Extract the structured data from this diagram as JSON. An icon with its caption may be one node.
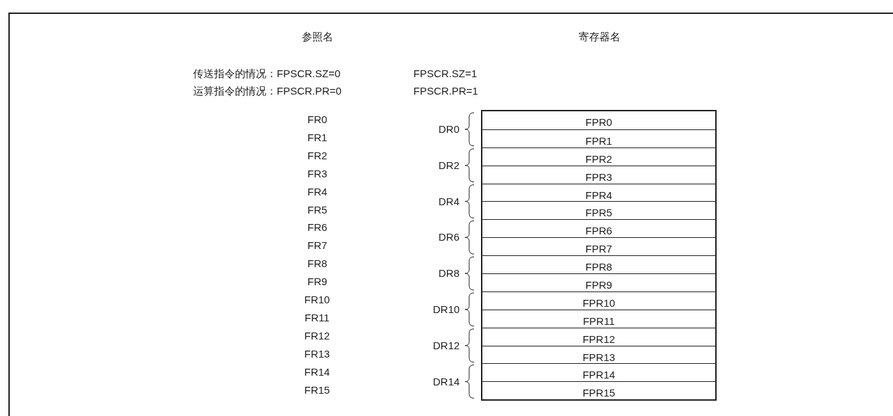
{
  "diagram": {
    "nodes": [
      {
        "text": [
          "FPR0"
        ]
      },
      {
        "text": [
          "FPR1"
        ]
      },
      {
        "text": [
          "FPR2"
        ]
      },
      {
        "text": [
          "FPR3"
        ]
      },
      {
        "text": [
          "FPR4"
        ]
      },
      {
        "text": [
          "FPR5"
        ]
      },
      {
        "text": [
          "FPR6"
        ]
      },
      {
        "text": [
          "FPR7"
        ]
      },
      {
        "text": [
          "FPR8"
        ]
      },
      {
        "text": [
          "FPR9"
        ]
      },
      {
        "text": [
          "FPR10"
        ]
      },
      {
        "text": [
          "FPR11"
        ]
      },
      {
        "text": [
          "FPR12"
        ]
      },
      {
        "text": [
          "FPR13"
        ]
      },
      {
        "text": [
          "FPR14"
        ]
      },
      {
        "text": [
          "FPR15"
        ]
      }
    ],
    "labels": [
      "参照名",
      "寄存器名",
      "传送指令的情况：FPSCR.SZ=0",
      "FPSCR.SZ=1",
      "运算指令的情况：FPSCR.PR=0",
      "FPSCR.PR=1",
      "FR0",
      "DR0",
      "FR1",
      "FR2",
      "DR2",
      "FR3",
      "FR4",
      "DR4",
      "FR5",
      "FR6",
      "DR6",
      "FR7",
      "FR8",
      "DR8",
      "FR9",
      "FR10",
      "DR10",
      "FR11",
      "FR12",
      "DR12",
      "FR13",
      "FR14",
      "DR14",
      "FR15"
    ]
  }
}
